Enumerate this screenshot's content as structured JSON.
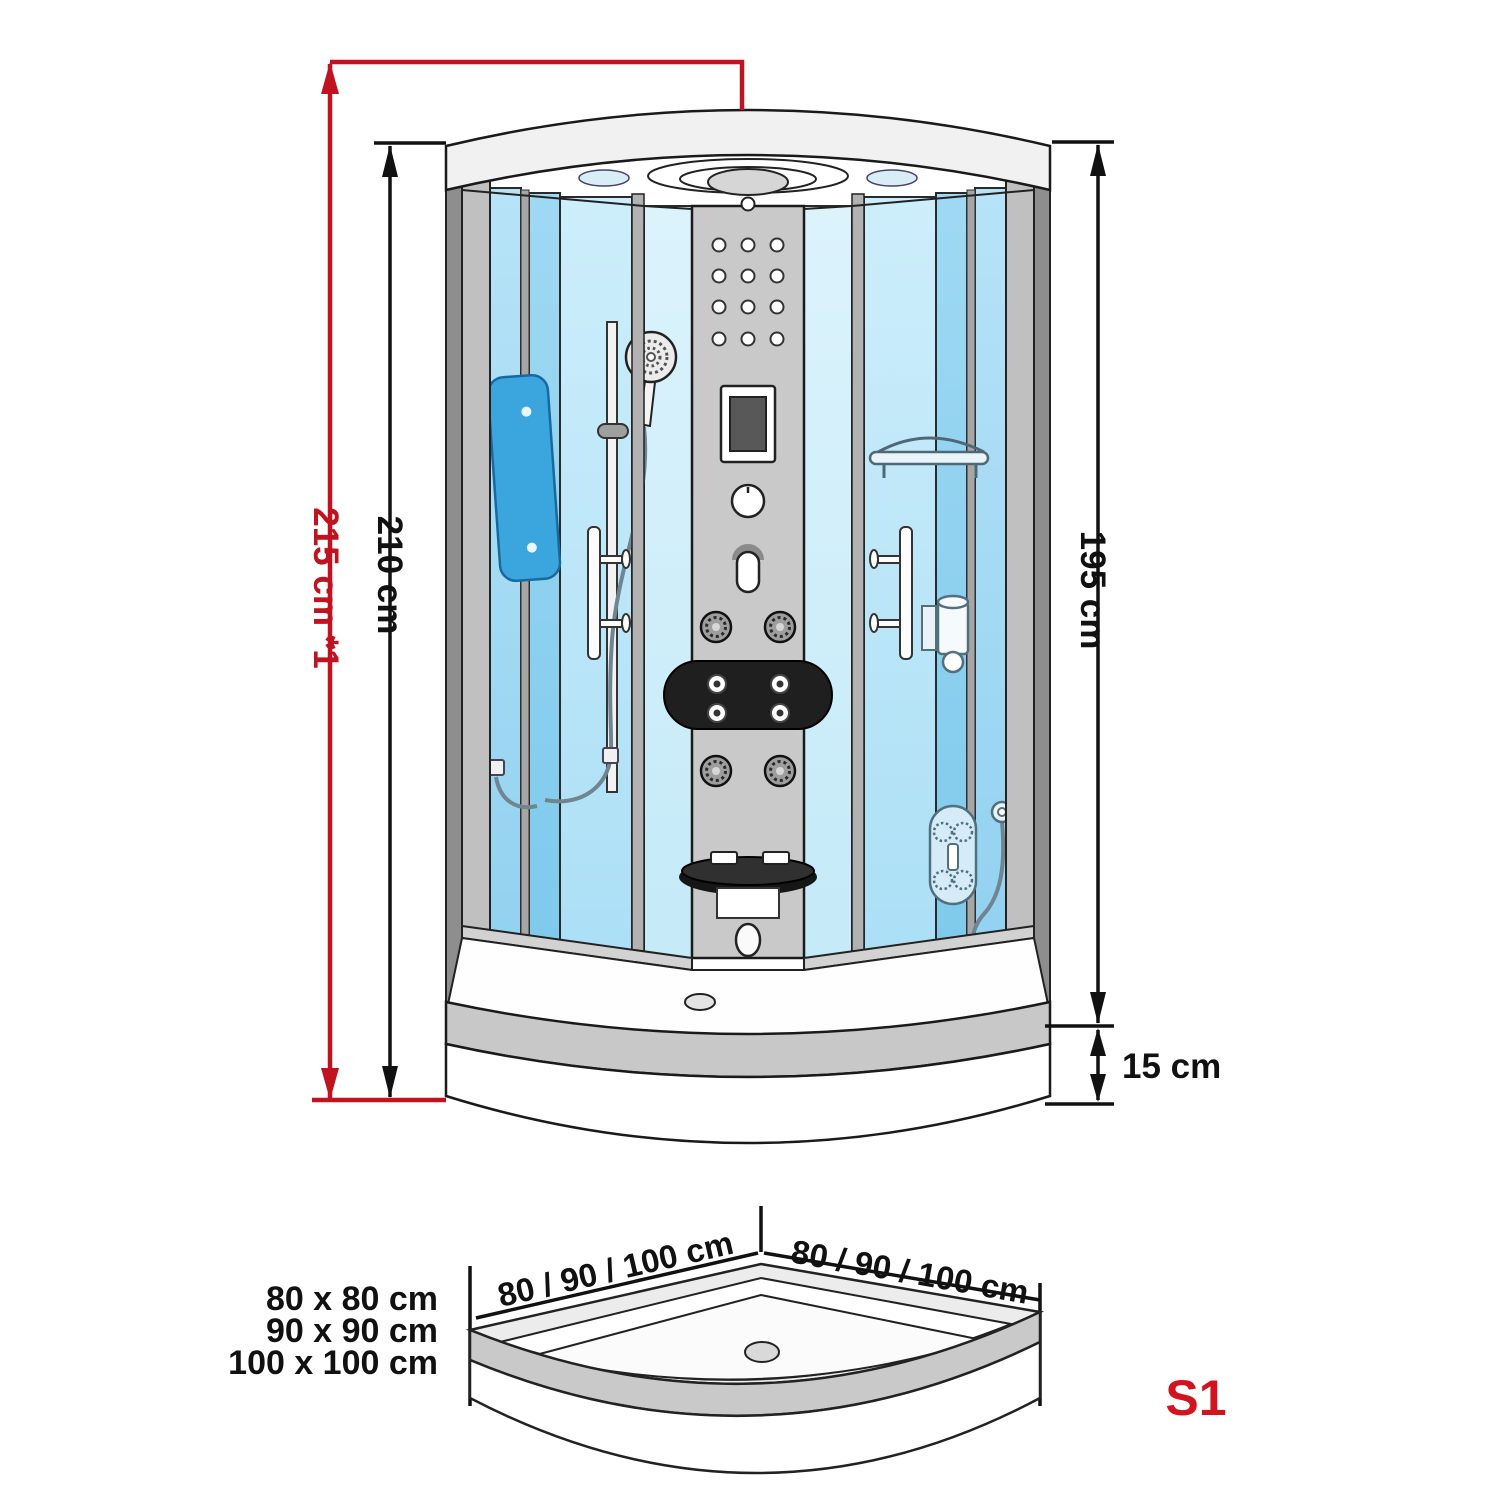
{
  "illustration": {
    "subject": "quarter-round steam shower cabin, front technical view",
    "secondary": "quarter-round shower tray, isometric view"
  },
  "dimensions": {
    "total_height": "215 cm *1",
    "cabin_height": "210 cm",
    "glass_height": "195 cm",
    "tray_height": "15 cm"
  },
  "tray": {
    "edge_left": "80 / 90 / 100 cm",
    "edge_right": "80 / 90 / 100 cm",
    "sizes": [
      "80 x 80 cm",
      "90 x 90 cm",
      "100 x 100 cm"
    ]
  },
  "model": "S1",
  "colors": {
    "red": "#c1121f",
    "model-red": "#d21420",
    "ink": "#1a1a1a",
    "glass-blue": "#a9def5",
    "frame-gray": "#c0c0c0"
  }
}
